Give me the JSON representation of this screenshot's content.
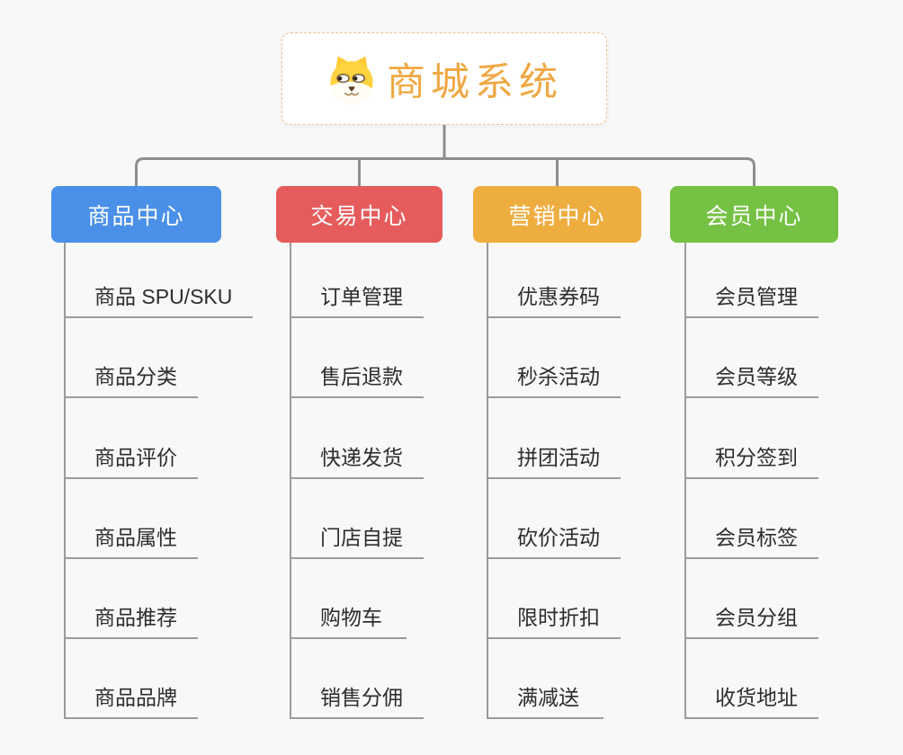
{
  "root": {
    "title": "商城系统",
    "icon": "dog-face-icon"
  },
  "branches": [
    {
      "label": "商品中心",
      "color": "#4A90E8",
      "children": [
        "商品 SPU/SKU",
        "商品分类",
        "商品评价",
        "商品属性",
        "商品推荐",
        "商品品牌"
      ]
    },
    {
      "label": "交易中心",
      "color": "#E65C5C",
      "children": [
        "订单管理",
        "售后退款",
        "快递发货",
        "门店自提",
        "购物车",
        "销售分佣"
      ]
    },
    {
      "label": "营销中心",
      "color": "#EEAD3F",
      "children": [
        "优惠券码",
        "秒杀活动",
        "拼团活动",
        "砍价活动",
        "限时折扣",
        "满减送"
      ]
    },
    {
      "label": "会员中心",
      "color": "#74C143",
      "children": [
        "会员管理",
        "会员等级",
        "积分签到",
        "会员标签",
        "会员分组",
        "收货地址"
      ]
    }
  ],
  "colors": {
    "background": "#f8f8f8",
    "connector": "#8e8e8e",
    "child_line": "#9b9b9b",
    "root_text": "#f0a843",
    "root_border": "#f0c48d"
  }
}
